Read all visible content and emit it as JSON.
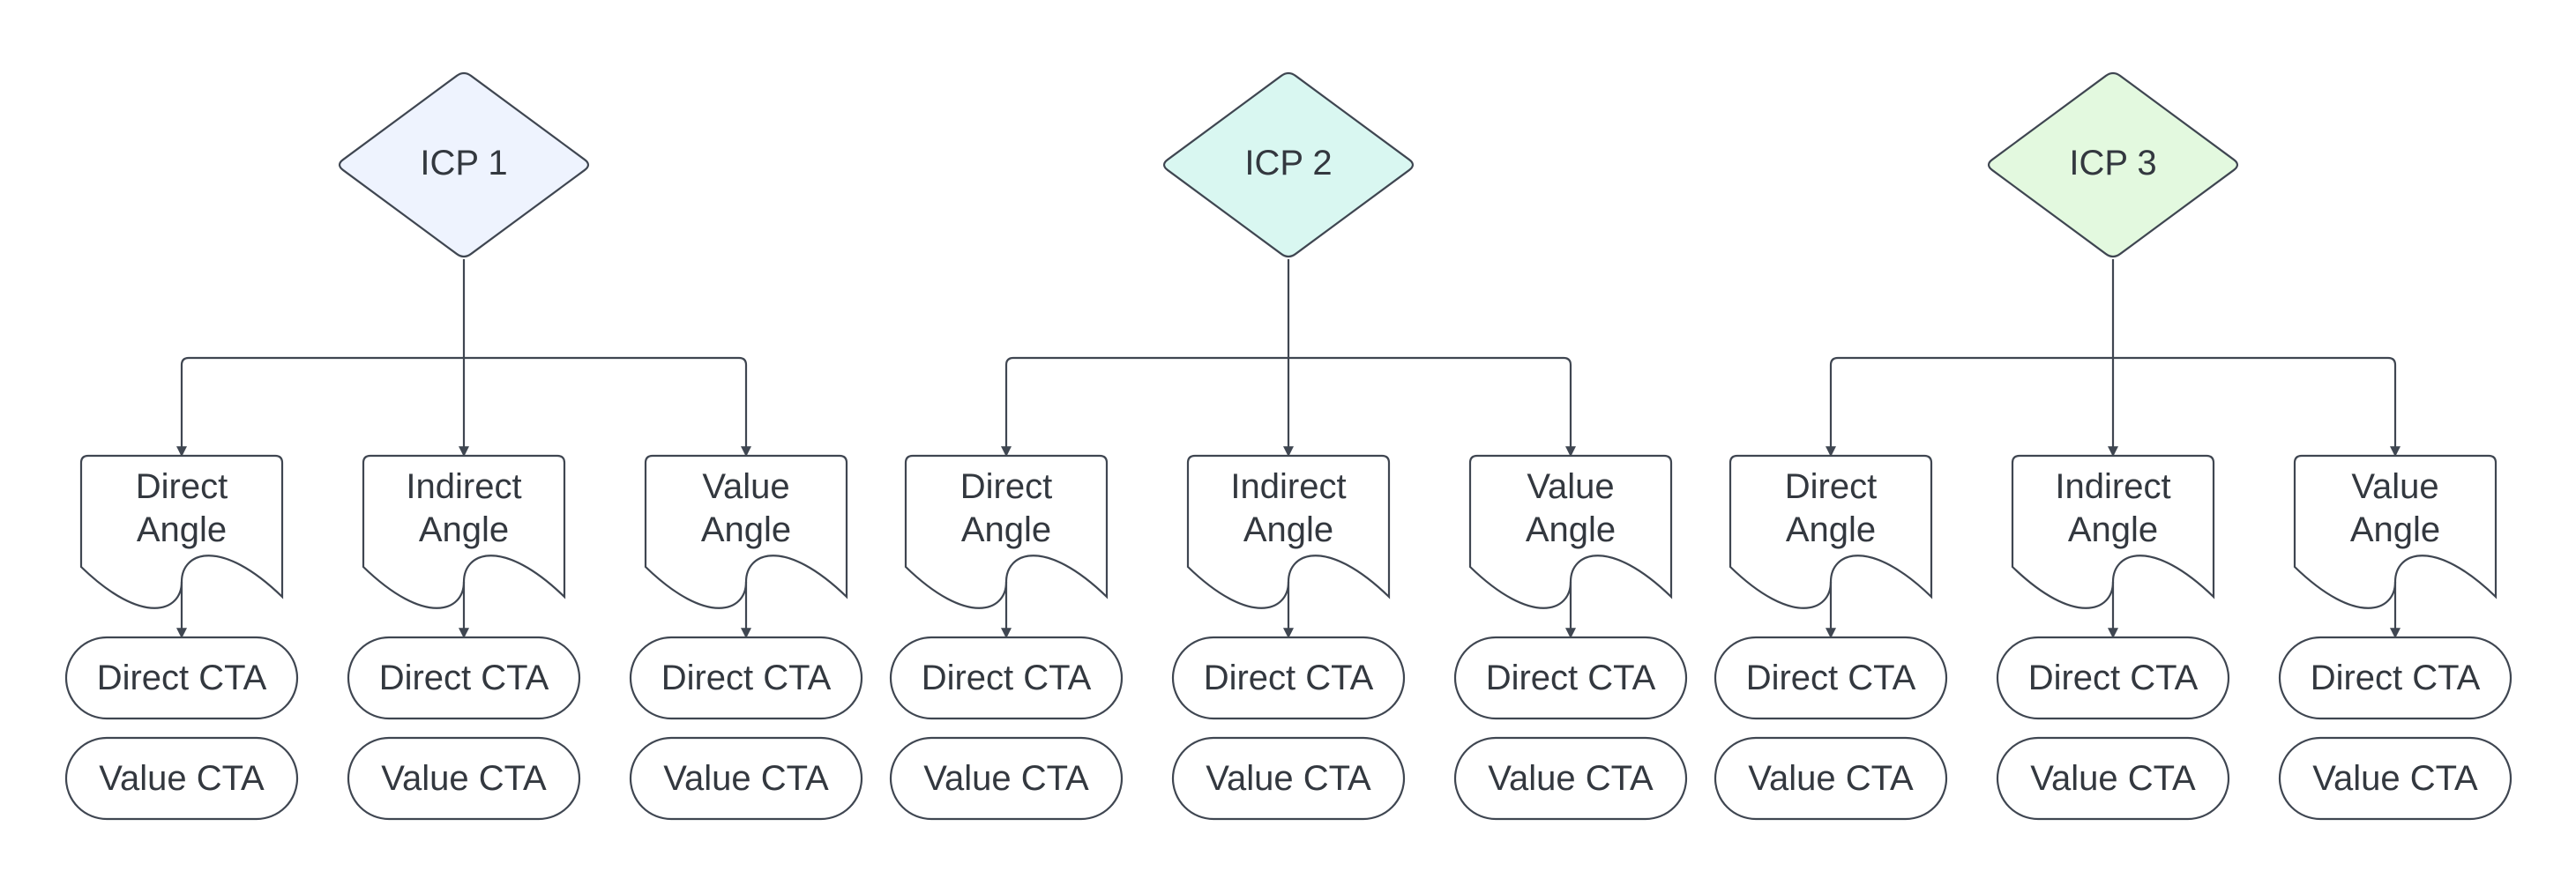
{
  "groups": [
    {
      "icp_label": "ICP 1",
      "icp_color": "#eef3fe",
      "angles": [
        {
          "label_line1": "Direct",
          "label_line2": "Angle",
          "ctas": [
            "Direct CTA",
            "Value CTA"
          ]
        },
        {
          "label_line1": "Indirect",
          "label_line2": "Angle",
          "ctas": [
            "Direct CTA",
            "Value CTA"
          ]
        },
        {
          "label_line1": "Value",
          "label_line2": "Angle",
          "ctas": [
            "Direct CTA",
            "Value CTA"
          ]
        }
      ]
    },
    {
      "icp_label": "ICP 2",
      "icp_color": "#d9f7f1",
      "angles": [
        {
          "label_line1": "Direct",
          "label_line2": "Angle",
          "ctas": [
            "Direct CTA",
            "Value CTA"
          ]
        },
        {
          "label_line1": "Indirect",
          "label_line2": "Angle",
          "ctas": [
            "Direct CTA",
            "Value CTA"
          ]
        },
        {
          "label_line1": "Value",
          "label_line2": "Angle",
          "ctas": [
            "Direct CTA",
            "Value CTA"
          ]
        }
      ]
    },
    {
      "icp_label": "ICP 3",
      "icp_color": "#e3f9df",
      "angles": [
        {
          "label_line1": "Direct",
          "label_line2": "Angle",
          "ctas": [
            "Direct CTA",
            "Value CTA"
          ]
        },
        {
          "label_line1": "Indirect",
          "label_line2": "Angle",
          "ctas": [
            "Direct CTA",
            "Value CTA"
          ]
        },
        {
          "label_line1": "Value",
          "label_line2": "Angle",
          "ctas": [
            "Direct CTA",
            "Value CTA"
          ]
        }
      ]
    }
  ],
  "colors": {
    "line": "#3f4651",
    "text": "#33383f",
    "shape_fill": "#ffffff"
  }
}
